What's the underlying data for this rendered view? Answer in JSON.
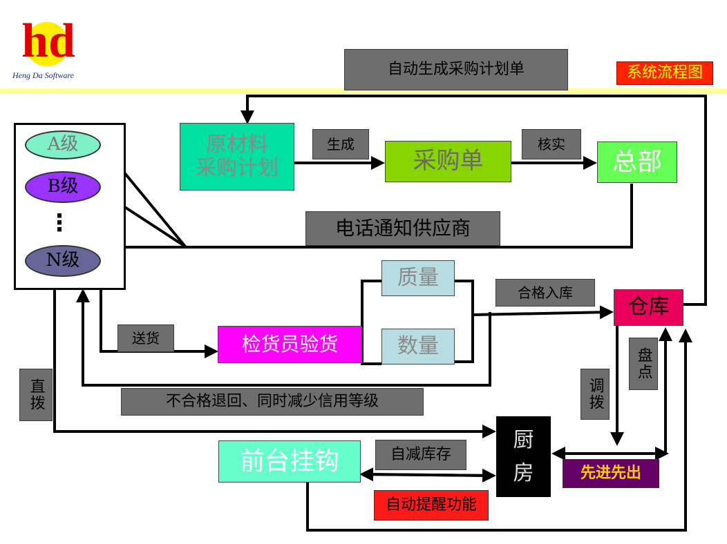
{
  "logo": {
    "mark": "hd",
    "subtitle": "Heng Da Software"
  },
  "title_badge": "系统流程图",
  "colors": {
    "badge_bg": "#ff2200",
    "badge_text": "#ffff00",
    "header_line": "#ffff99",
    "raw_plan": "#00e0a0",
    "purchase_order": "#88d400",
    "hq": "#66ff55",
    "quality": "#b7dde3",
    "inspector": "#ff00ff",
    "warehouse": "#e8005a",
    "front_desk": "#66ffcc",
    "kitchen": "#000000",
    "fifo": "#660066",
    "auto_remind": "#ff1a1a",
    "level_a": "#7ff0c8",
    "level_b": "#9933ff",
    "level_n": "#666699"
  },
  "levels": {
    "a": "A级",
    "b": "B级",
    "dots": "⋮",
    "n": "N级"
  },
  "nodes": {
    "raw_plan": "原材料\n采购计划",
    "purchase_order": "采购单",
    "hq": "总部",
    "inspector": "检货员验货",
    "quality": "质量",
    "quantity": "数量",
    "warehouse": "仓库",
    "kitchen": "厨\n房",
    "front_desk": "前台挂钩"
  },
  "labels": {
    "auto_plan": "自动生成采购计划单",
    "generate": "生成",
    "verify": "核实",
    "notify_supplier": "电话通知供应商",
    "deliver": "送货",
    "qualified": "合格入库",
    "reject": "不合格退回、同时减少信用等级",
    "direct": "直拨",
    "inventory": "盘点",
    "transfer": "调拨",
    "auto_reduce": "自减库存",
    "fifo": "先进先出",
    "auto_remind": "自动提醒功能"
  }
}
